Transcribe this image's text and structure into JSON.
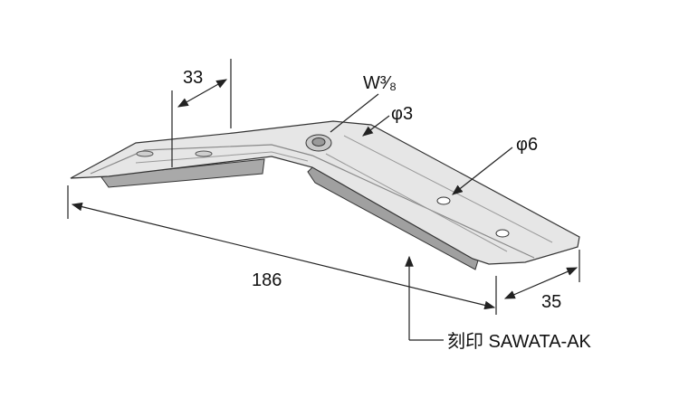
{
  "drawing": {
    "dimensions": {
      "width_33": "33",
      "length_186": "186",
      "width_35": "35"
    },
    "callouts": {
      "thread": "W³⁄₈",
      "hole_small": "φ3",
      "hole_large": "φ6",
      "marking": "刻印 SAWATA-AK"
    },
    "colors": {
      "metal_light": "#e6e6e6",
      "metal_mid": "#c9c9c9",
      "metal_dark": "#9a9a9a",
      "line": "#222222"
    }
  }
}
